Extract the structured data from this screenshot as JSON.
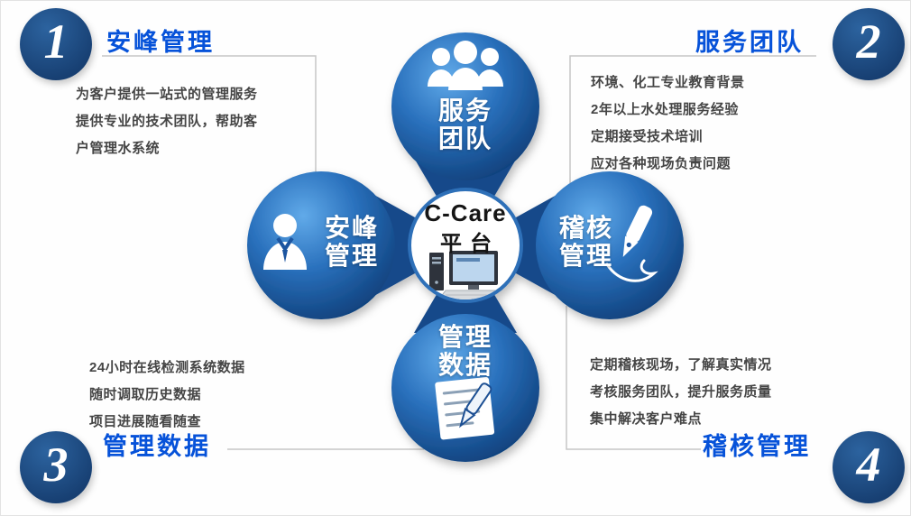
{
  "colors": {
    "heading_blue": "#0652d9",
    "petal_light": "#61aae9",
    "petal_mid": "#2a71bd",
    "petal_dark": "#0c3a73",
    "petal_tail": "#15498a",
    "badge_blue": "#1b4a86",
    "body_text": "#454545",
    "connector_gray": "#c6c6c6",
    "hub_ring": "#2e6fb8",
    "white": "#ffffff"
  },
  "center": {
    "title": "C-Care",
    "subtitle": "平台",
    "icon": "desktop-computer-icon"
  },
  "petals": {
    "top": {
      "icon": "team-icon",
      "line1": "服务",
      "line2": "团队"
    },
    "left": {
      "icon": "manager-icon",
      "line1": "安峰",
      "line2": "管理"
    },
    "right": {
      "icon": "pen-icon",
      "line1": "稽核",
      "line2": "管理"
    },
    "bottom": {
      "icon": "document-pen-icon",
      "line1": "管理",
      "line2": "数据"
    }
  },
  "corners": {
    "one": {
      "number": "1",
      "heading": "安峰管理",
      "lines": [
        "为客户提供一站式的管理服务",
        "提供专业的技术团队，帮助客",
        "户管理水系统"
      ]
    },
    "two": {
      "number": "2",
      "heading": "服务团队",
      "lines": [
        "环境、化工专业教育背景",
        "2年以上水处理服务经验",
        "定期接受技术培训",
        "应对各种现场负责问题"
      ]
    },
    "three": {
      "number": "3",
      "heading": "管理数据",
      "lines": [
        "24小时在线检测系统数据",
        "随时调取历史数据",
        "项目进展随看随查"
      ]
    },
    "four": {
      "number": "4",
      "heading": "稽核管理",
      "lines": [
        "定期稽核现场，了解真实情况",
        "考核服务团队，提升服务质量",
        "集中解决客户难点"
      ]
    }
  }
}
